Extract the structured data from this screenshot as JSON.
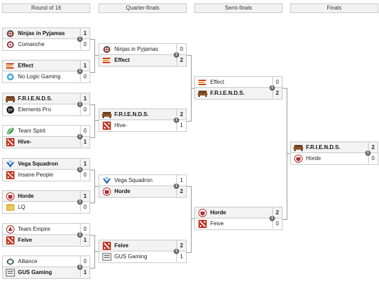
{
  "rounds": [
    "Round of 16",
    "Quarter-finals",
    "Semi-finals",
    "Finals"
  ],
  "info_glyph": "i",
  "r16": [
    {
      "top": {
        "name": "Ninjas in Pyjamas",
        "score": "1",
        "win": true,
        "logo": "nip-icon"
      },
      "bot": {
        "name": "Comanche",
        "score": "0",
        "win": false,
        "logo": "comanche-icon"
      }
    },
    {
      "top": {
        "name": "Effect",
        "score": "1",
        "win": true,
        "logo": "effect-icon"
      },
      "bot": {
        "name": "No Logic Gaming",
        "score": "0",
        "win": false,
        "logo": "nologic-icon"
      }
    },
    {
      "top": {
        "name": "F.R.I.E.N.D.S.",
        "score": "1",
        "win": true,
        "logo": "couch-icon"
      },
      "bot": {
        "name": "Elements Pro",
        "score": "0",
        "win": false,
        "logo": "elements-icon"
      }
    },
    {
      "top": {
        "name": "Team Spirit",
        "score": "0",
        "win": false,
        "logo": "spirit-icon"
      },
      "bot": {
        "name": "Hive-",
        "score": "1",
        "win": true,
        "logo": "dota-icon"
      }
    },
    {
      "top": {
        "name": "Vega Squadron",
        "score": "1",
        "win": true,
        "logo": "vega-icon"
      },
      "bot": {
        "name": "Insane People",
        "score": "0",
        "win": false,
        "logo": "dota-icon"
      }
    },
    {
      "top": {
        "name": "Horde",
        "score": "1",
        "win": true,
        "logo": "horde-icon"
      },
      "bot": {
        "name": "LQ",
        "score": "0",
        "win": false,
        "logo": "lq-icon"
      }
    },
    {
      "top": {
        "name": "Team Empire",
        "score": "0",
        "win": false,
        "logo": "empire-icon"
      },
      "bot": {
        "name": "Feive",
        "score": "1",
        "win": true,
        "logo": "dota-icon"
      }
    },
    {
      "top": {
        "name": "Alliance",
        "score": "0",
        "win": false,
        "logo": "alliance-icon"
      },
      "bot": {
        "name": "GUS Gaming",
        "score": "1",
        "win": true,
        "logo": "gus-icon"
      }
    }
  ],
  "qf": [
    {
      "top": {
        "name": "Ninjas in Pyjamas",
        "score": "0",
        "win": false,
        "logo": "nip-icon"
      },
      "bot": {
        "name": "Effect",
        "score": "2",
        "win": true,
        "logo": "effect-icon"
      }
    },
    {
      "top": {
        "name": "F.R.I.E.N.D.S.",
        "score": "2",
        "win": true,
        "logo": "couch-icon"
      },
      "bot": {
        "name": "Hive-",
        "score": "1",
        "win": false,
        "logo": "dota-icon"
      }
    },
    {
      "top": {
        "name": "Vega Squadron",
        "score": "1",
        "win": false,
        "logo": "vega-icon"
      },
      "bot": {
        "name": "Horde",
        "score": "2",
        "win": true,
        "logo": "horde-icon"
      }
    },
    {
      "top": {
        "name": "Feive",
        "score": "2",
        "win": true,
        "logo": "dota-icon"
      },
      "bot": {
        "name": "GUS Gaming",
        "score": "1",
        "win": false,
        "logo": "gus-icon"
      }
    }
  ],
  "sf": [
    {
      "top": {
        "name": "Effect",
        "score": "0",
        "win": false,
        "logo": "effect-icon"
      },
      "bot": {
        "name": "F.R.I.E.N.D.S.",
        "score": "2",
        "win": true,
        "logo": "couch-icon"
      }
    },
    {
      "top": {
        "name": "Horde",
        "score": "2",
        "win": true,
        "logo": "horde-icon"
      },
      "bot": {
        "name": "Feive",
        "score": "0",
        "win": false,
        "logo": "dota-icon"
      }
    }
  ],
  "final": [
    {
      "top": {
        "name": "F.R.I.E.N.D.S.",
        "score": "2",
        "win": true,
        "logo": "couch-icon"
      },
      "bot": {
        "name": "Horde",
        "score": "0",
        "win": false,
        "logo": "horde-icon"
      }
    }
  ]
}
